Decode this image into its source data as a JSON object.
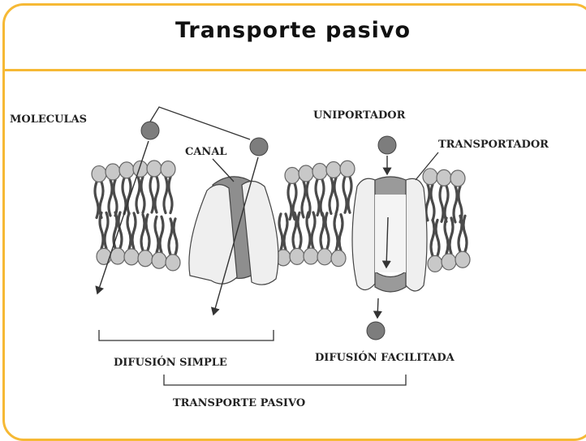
{
  "title": "Transporte pasivo",
  "labels": {
    "moleculas": "MOLECULAS",
    "canal": "CANAL",
    "uniportador": "UNIPORTADOR",
    "transportador": "TRANSPORTADOR",
    "difusion_simple": "DIFUSIÓN SIMPLE",
    "difusion_facilitada": "DIFUSIÓN FACILITADA",
    "transporte_pasivo": "TRANSPORTE PASIVO"
  },
  "colors": {
    "frame_border": "#f6b935",
    "phospholipid_head": "#c8c8c8",
    "channel_protein": "#8e8e8e",
    "molecule": "#7d7d7d"
  }
}
